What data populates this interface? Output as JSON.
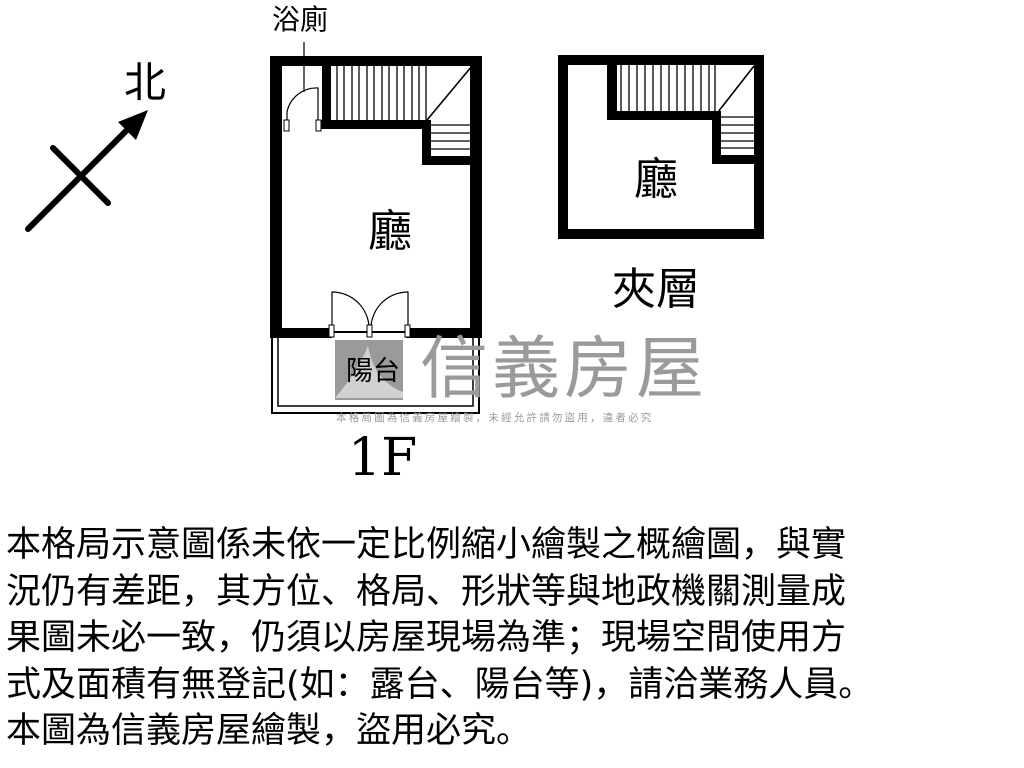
{
  "compass": {
    "label": "北",
    "icon": "north-arrow-icon"
  },
  "floor_1": {
    "title": "1F",
    "rooms": {
      "bathroom": "浴廁",
      "living_room": "廳",
      "balcony": "陽台"
    }
  },
  "mezzanine": {
    "title": "夾層",
    "rooms": {
      "living_room": "廳"
    }
  },
  "watermark": {
    "brand": "信義房屋",
    "notice": "本格局圖為信義房屋繪製，未經允許請勿盜用，違者必究",
    "color": "#9a9a9a"
  },
  "disclaimer": {
    "lines": [
      "本格局示意圖係未依一定比例縮小繪製之概繪圖，與實",
      "況仍有差距，其方位、格局、形狀等與地政機關測量成",
      "果圖未必一致，仍須以房屋現場為準；現場空間使用方",
      "式及面積有無登記(如：露台、陽台等)，請洽業務人員。",
      "本圖為信義房屋繪製，盜用必究。"
    ]
  },
  "colors": {
    "wall": "#000000",
    "background": "#ffffff",
    "watermark": "#9a9a9a"
  }
}
